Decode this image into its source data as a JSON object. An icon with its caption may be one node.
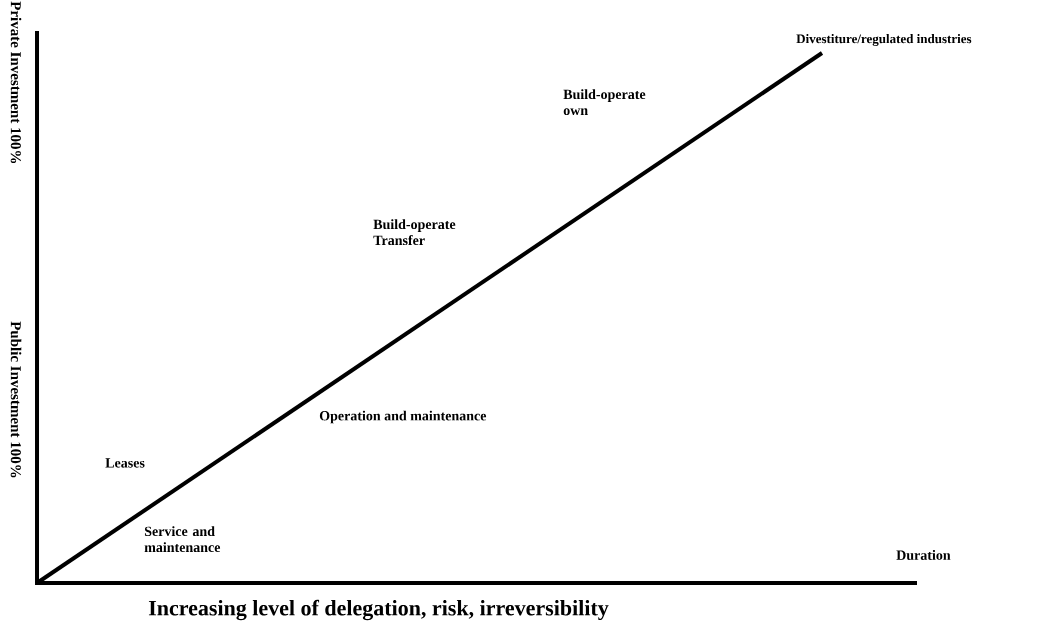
{
  "diagram": {
    "labels": [
      "Private Investment 100%",
      "Public  Investment 100%",
      "Divestiture/regulated industries",
      "Build-operate own",
      "Build-operate Transfer",
      "Operation and maintenance",
      "Leases",
      "Service and maintenance",
      "Duration",
      "Increasing level of delegation, risk, irreversibility"
    ]
  }
}
